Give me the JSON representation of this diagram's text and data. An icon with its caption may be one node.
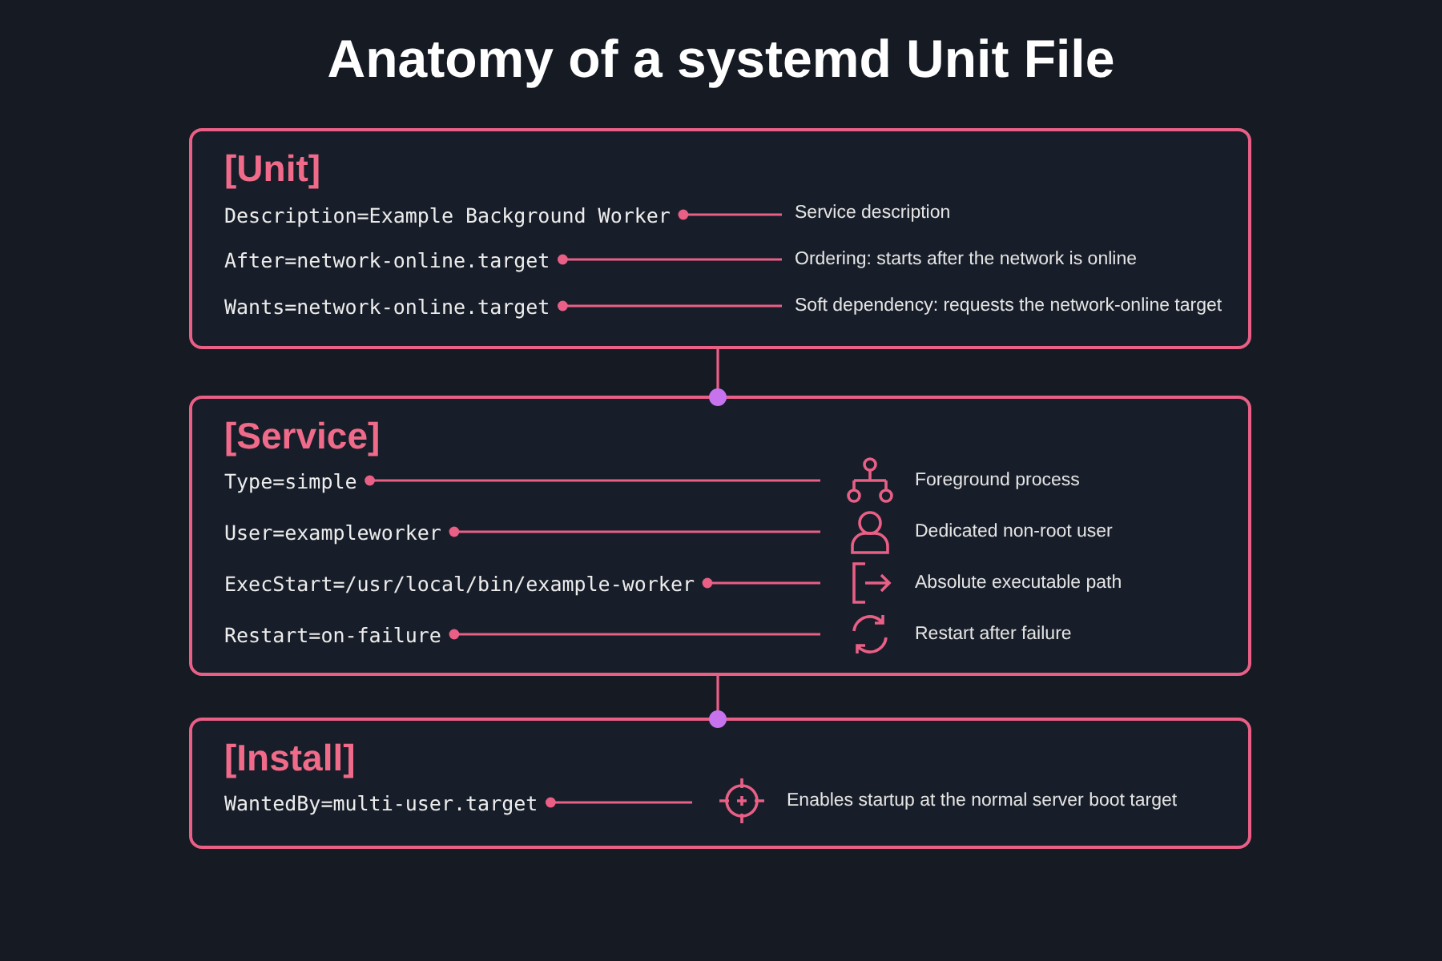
{
  "diagram": {
    "title": "Anatomy of a systemd Unit File",
    "nodes": [
      {
        "text": [
          "[Unit]"
        ]
      },
      {
        "text": [
          "Description=Example Background Worker"
        ],
        "in": 0
      },
      {
        "text": [
          "Service description"
        ],
        "in": 0
      },
      {
        "text": [
          "After=network-online.target"
        ],
        "in": 0
      },
      {
        "text": [
          "Ordering: starts after the network is online"
        ],
        "in": 0
      },
      {
        "text": [
          "Wants=network-online.target"
        ],
        "in": 0
      },
      {
        "text": [
          "Soft dependency: requests the network-online target"
        ],
        "in": 0
      },
      {
        "text": [
          "[Service]"
        ]
      },
      {
        "text": [
          "Type=simple"
        ],
        "in": 7
      },
      {
        "text": [
          "Foreground process"
        ],
        "in": 7
      },
      {
        "text": [
          "User=exampleworker"
        ],
        "in": 7
      },
      {
        "text": [
          "Dedicated non-root user"
        ],
        "in": 7
      },
      {
        "text": [
          "ExecStart=/usr/local/bin/example-worker"
        ],
        "in": 7
      },
      {
        "text": [
          "Absolute executable path"
        ],
        "in": 7
      },
      {
        "text": [
          "Restart=on-failure"
        ],
        "in": 7
      },
      {
        "text": [
          "Restart after failure"
        ],
        "in": 7
      },
      {
        "text": [
          "[Install]"
        ]
      },
      {
        "text": [
          "WantedBy=multi-user.target"
        ],
        "in": 16
      },
      {
        "text": [
          "Enables startup at the normal server boot target"
        ],
        "in": 16
      }
    ],
    "edges": [
      {
        "from": 7,
        "to": 0,
        "arrow": "other"
      },
      {
        "from": 16,
        "to": 7,
        "arrow": "other"
      },
      {
        "from": 1,
        "to": 2,
        "arrow": "other"
      },
      {
        "from": 3,
        "to": 4,
        "arrow": "other"
      },
      {
        "from": 5,
        "to": 6,
        "arrow": "other"
      },
      {
        "from": 8,
        "to": 9,
        "arrow": "other"
      },
      {
        "from": 10,
        "to": 11,
        "arrow": "other"
      },
      {
        "from": 12,
        "to": 13,
        "arrow": "other"
      },
      {
        "from": 14,
        "to": 15,
        "arrow": "other"
      },
      {
        "from": 17,
        "to": 18,
        "arrow": "other"
      }
    ]
  }
}
